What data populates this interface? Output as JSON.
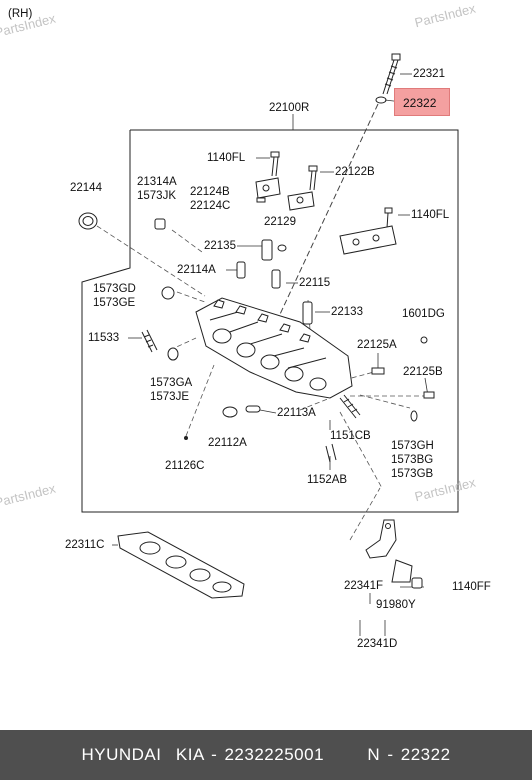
{
  "diagram": {
    "variant": "(RH)",
    "watermarks": [
      "PartsIndex",
      "PartsIndex",
      "PartsIndex"
    ],
    "highlight_label": "22322",
    "labels": {
      "l22321": "22321",
      "l22100R": "22100R",
      "l1140FL_a": "1140FL",
      "l22122B": "22122B",
      "l22144": "22144",
      "l21314A": "21314A",
      "l1573JK": "1573JK",
      "l22124B": "22124B",
      "l22124C": "22124C",
      "l1140FL_b": "1140FL",
      "l22129": "22129",
      "l22135": "22135",
      "l22114A": "22114A",
      "l22115": "22115",
      "l1573GD": "1573GD",
      "l1573GE": "1573GE",
      "l22133": "22133",
      "l1601DG": "1601DG",
      "l11533": "11533",
      "l22125A": "22125A",
      "l1573GA": "1573GA",
      "l1573JE": "1573JE",
      "l22125B": "22125B",
      "l22113A": "22113A",
      "l22112A": "22112A",
      "l1151CB": "1151CB",
      "l1573GH": "1573GH",
      "l1573BG": "1573BG",
      "l1573GB": "1573GB",
      "l21126C": "21126C",
      "l1152AB": "1152AB",
      "l22311C": "22311C",
      "l22341F": "22341F",
      "l1140FF": "1140FF",
      "l91980Y": "91980Y",
      "l22341D": "22341D"
    }
  },
  "footer": {
    "text": "HYUNDAI  KIA - 2232225001      N - 22322"
  }
}
